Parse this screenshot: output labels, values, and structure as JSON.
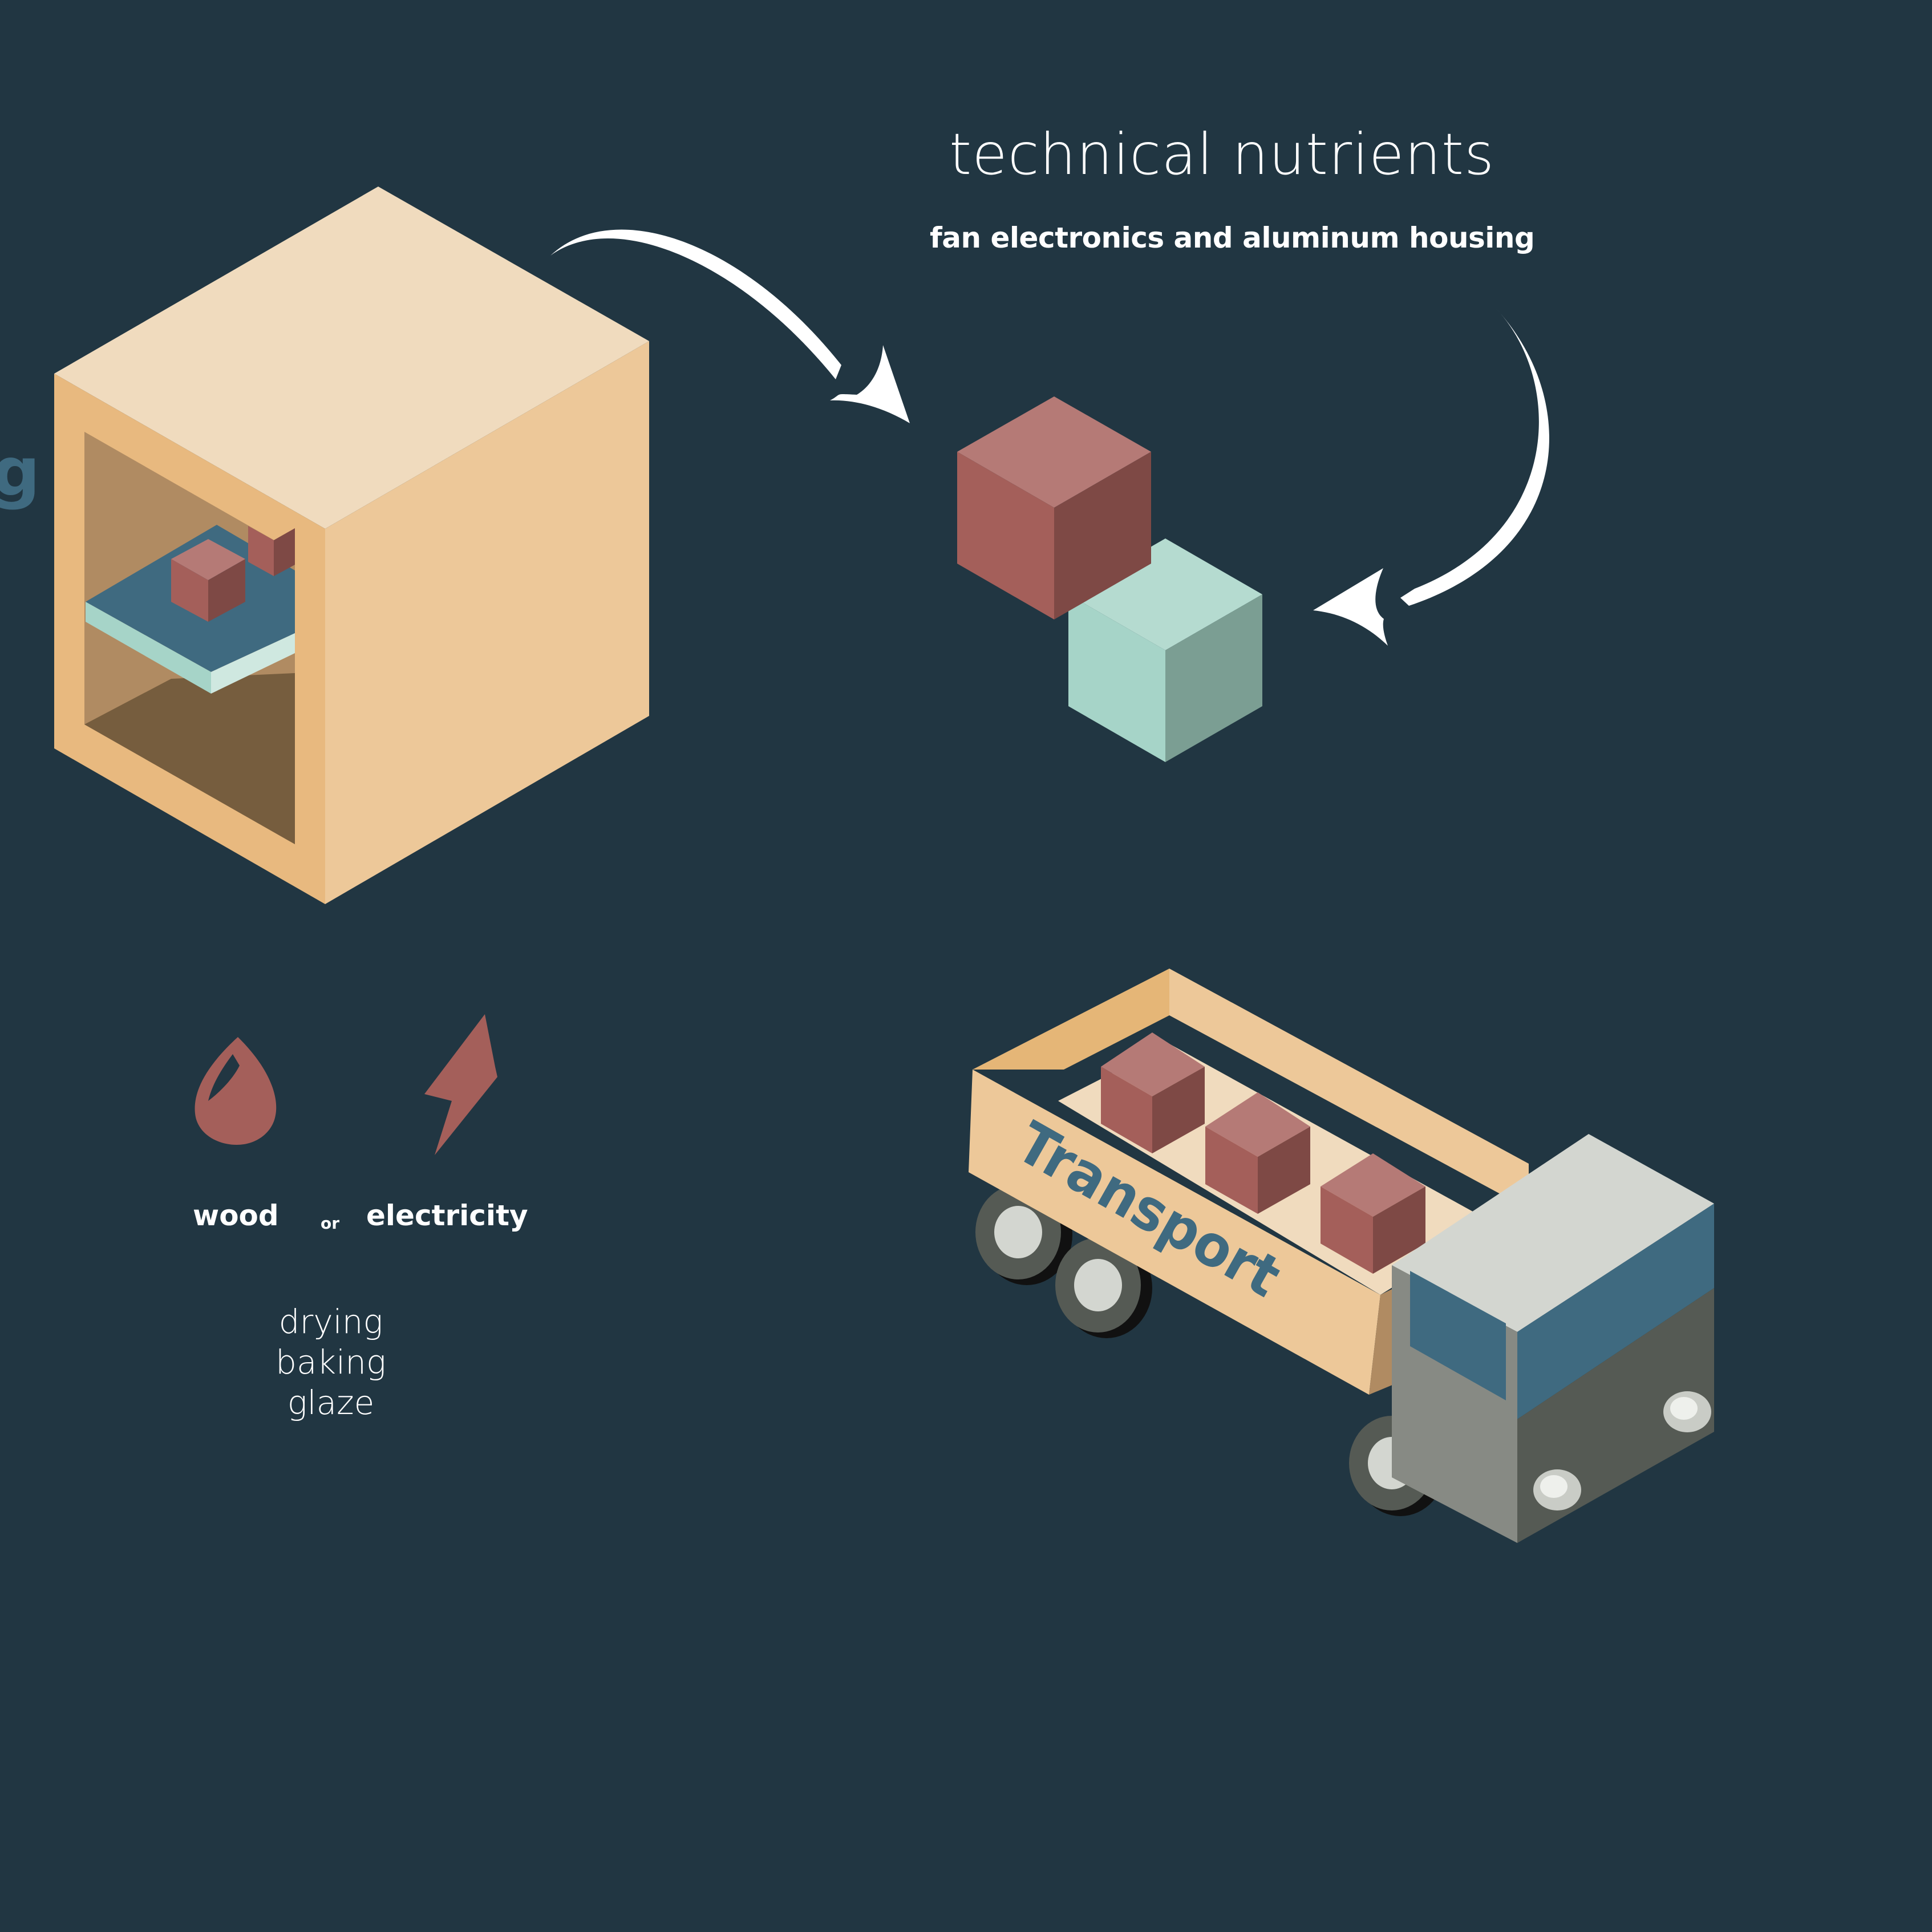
{
  "header": {
    "title": "technical nutrients",
    "subtitle": "fan electronics and aluminum housing"
  },
  "edge_fragment": "g",
  "energy": {
    "wood": "wood",
    "separator": "or",
    "electricity": "electricity"
  },
  "process": [
    "drying",
    "baking",
    "glaze"
  ],
  "truck": {
    "label": "Transport"
  },
  "icons": {
    "wood": "drop-icon",
    "electricity": "lightning-icon"
  },
  "colors": {
    "background": "#213642",
    "kiln": "#edc899",
    "block_red": "#a45f5a",
    "block_mint": "#a6d4c8",
    "accent_blue": "#3f6a80",
    "arrow": "#ffffff"
  }
}
